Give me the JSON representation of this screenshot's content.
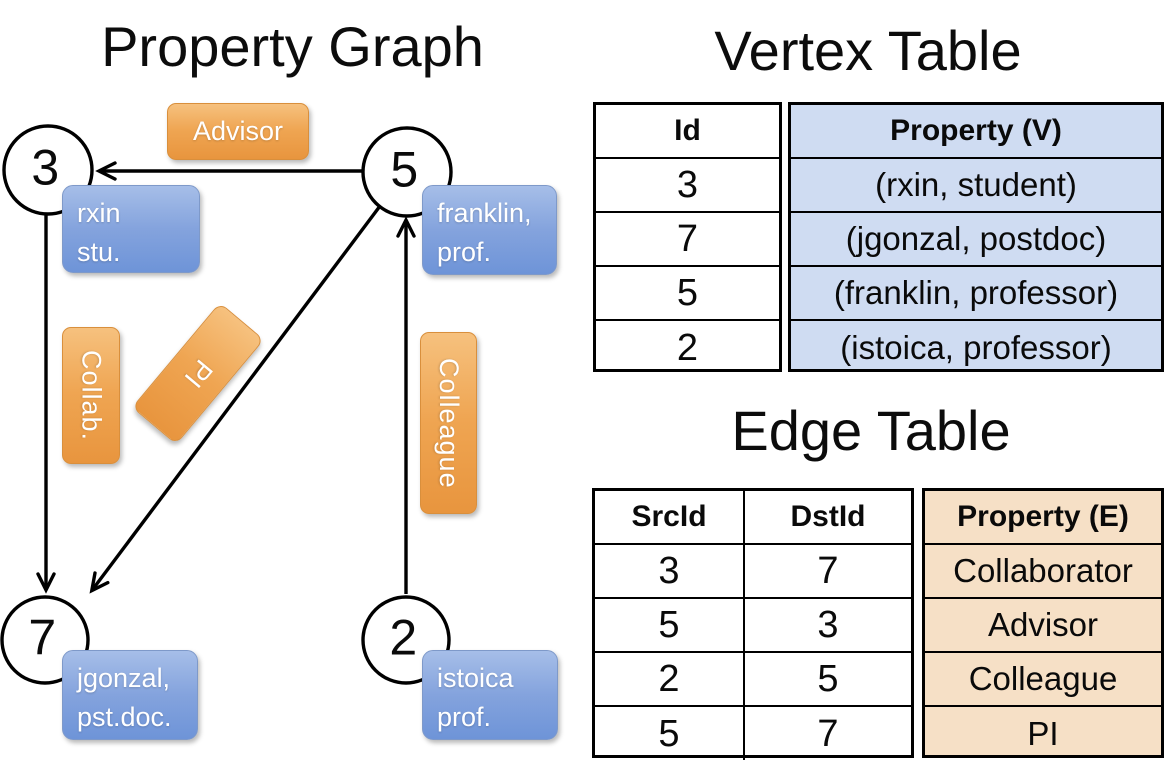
{
  "graph": {
    "title": "Property Graph",
    "nodes": [
      {
        "id": "3",
        "property_lines": [
          "rxin",
          "stu."
        ]
      },
      {
        "id": "5",
        "property_lines": [
          "franklin,",
          "prof."
        ]
      },
      {
        "id": "7",
        "property_lines": [
          "jgonzal,",
          "pst.doc."
        ]
      },
      {
        "id": "2",
        "property_lines": [
          "istoica",
          "prof."
        ]
      }
    ],
    "edge_labels": [
      {
        "text": "Advisor",
        "orientation": "horizontal"
      },
      {
        "text": "Collab.",
        "orientation": "vertical"
      },
      {
        "text": "PI",
        "orientation": "rotated-diagonal"
      },
      {
        "text": "Colleague",
        "orientation": "vertical"
      }
    ]
  },
  "vertex_table": {
    "title": "Vertex Table",
    "columns": {
      "id": "Id",
      "property": "Property (V)"
    },
    "rows": [
      {
        "id": "3",
        "property": "(rxin, student)"
      },
      {
        "id": "7",
        "property": "(jgonzal, postdoc)"
      },
      {
        "id": "5",
        "property": "(franklin, professor)"
      },
      {
        "id": "2",
        "property": "(istoica, professor)"
      }
    ]
  },
  "edge_table": {
    "title": "Edge Table",
    "columns": {
      "src": "SrcId",
      "dst": "DstId",
      "property": "Property (E)"
    },
    "rows": [
      {
        "src": "3",
        "dst": "7",
        "property": "Collaborator"
      },
      {
        "src": "5",
        "dst": "3",
        "property": "Advisor"
      },
      {
        "src": "2",
        "dst": "5",
        "property": "Colleague"
      },
      {
        "src": "5",
        "dst": "7",
        "property": "PI"
      }
    ]
  },
  "colors": {
    "edge_label_orange_top": "#f6c17e",
    "edge_label_orange_bottom": "#e8953e",
    "vertex_box_blue_top": "#a6bee8",
    "vertex_box_blue_bottom": "#6e94d8",
    "vertex_property_fill": "#cfdcf2",
    "edge_property_fill": "#f6e0c6",
    "line_color": "#000000"
  }
}
